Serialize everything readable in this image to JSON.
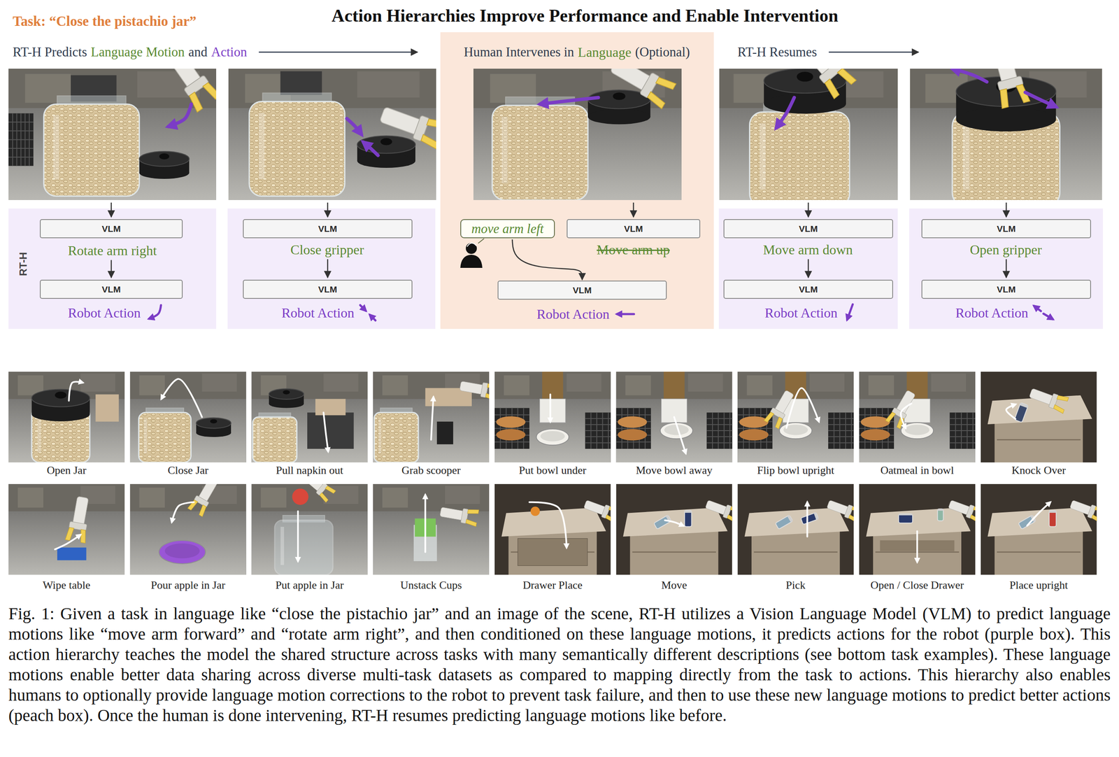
{
  "diagram": {
    "title": "Action Hierarchies Improve Performance and Enable Intervention",
    "caption": "Fig. 1: Given a task in language like “close the pistachio jar” and an image of the scene, RT-H utilizes a Vision Language Model (VLM) to predict language motions like “move arm forward” and “rotate arm right”, and then conditioned on these language motions, it predicts actions for the robot (purple box). This action hierarchy teaches the model the shared structure across tasks with many semantically different descriptions (see bottom task examples). These language motions enable better data sharing across diverse multi-task datasets as compared to mapping directly from the task to actions. This hierarchy also enables humans to optionally provide language motion corrections to the robot to prevent task failure, and then to use these new language motions to predict better actions (peach box). Once the human is done intervening, RT-H resumes predicting language motions like before.",
    "nodes": [
      {
        "text": [
          "Rotate arm right",
          "Robot Action"
        ]
      },
      {
        "text": [
          "VLM"
        ],
        "in": 0
      },
      {
        "text": [
          "VLM"
        ],
        "in": 0
      },
      {
        "text": [
          "Close gripper",
          "Robot Action"
        ]
      },
      {
        "text": [
          "VLM"
        ],
        "in": 3
      },
      {
        "text": [
          "VLM"
        ],
        "in": 3
      },
      {
        "text": [
          "Human Intervenes in",
          "Language",
          "(Optional)",
          "Move arm up",
          "Robot Action"
        ]
      },
      {
        "text": [
          "move arm left"
        ],
        "in": 6
      },
      {
        "text": [
          "VLM"
        ],
        "in": 6
      },
      {
        "text": [
          "VLM"
        ],
        "in": 6
      },
      {
        "text": [
          "Move arm down",
          "Robot Action"
        ]
      },
      {
        "text": [
          "VLM"
        ],
        "in": 10
      },
      {
        "text": [
          "VLM"
        ],
        "in": 10
      },
      {
        "text": [
          "Open gripper",
          "Robot Action"
        ]
      },
      {
        "text": [
          "VLM"
        ],
        "in": 13
      },
      {
        "text": [
          "VLM"
        ],
        "in": 13
      }
    ],
    "edges": [
      {
        "from": 7,
        "to": 9,
        "arrow": "to"
      }
    ],
    "labels": [
      "Task: “Close the pistachio jar”",
      "RT-H Predicts",
      "Language Motion",
      "and",
      "Action",
      "RT-H Resumes",
      "RT-H",
      "Open Jar",
      "Close Jar",
      "Pull napkin out",
      "Grab scooper",
      "Put bowl under",
      "Move bowl away",
      "Flip bowl upright",
      "Oatmeal in bowl",
      "Knock Over",
      "Wipe table",
      "Pour apple in Jar",
      "Put apple in Jar",
      "Unstack Cups",
      "Drawer Place",
      "Move",
      "Pick",
      "Open / Close Drawer",
      "Place upright"
    ]
  }
}
